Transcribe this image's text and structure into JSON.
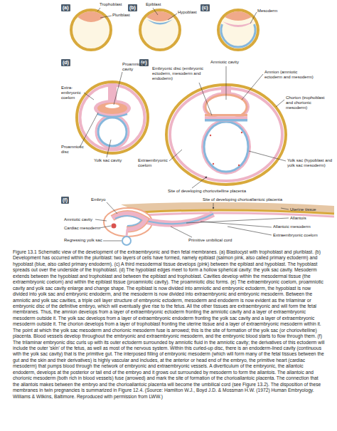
{
  "diagram": {
    "caption": "Figure 13.1 Schematic view of the development of the extraembryonic and then fetal membranes. (a) Blastocyst with trophoblast and pluriblast. (b) Development has occurred within the pluriblast: two layers of cells have formed, namely epiblast (salmon pink, also called primary ectoderm) and hypoblast (blue, also called primary endoderm). (c) A third mesodermal tissue develops (pink) between the epiblast and hypoblast. The hypoblast spreads out over the underside of the trophoblast. (d) The hypoblast edges meet to form a hollow spherical cavity: the yolk sac cavity. Mesoderm extends between the hypoblast and trophoblast and between the epiblast and trophoblast. Cavities develop within the mesodermal tissue (the extraembryonic coelom) and within the epiblast tissue (proamniotic cavity). The proamniotic disc forms. (e) The extraembryonic coelom, proamniotic cavity and yolk sac cavity enlarge and change shape. The epiblast is now divided into amniotic and embryonic ectoderm, the hypoblast is now divided into yolk sac and embryonic endoderm, and the mesoderm is now divided into extraembryonic and embryonic mesoderm. Between the amniotic and yolk sac cavities, a triple cell layer structure of embryonic ectoderm, mesoderm and endoderm is now evident as the trilaminar or embryonic disc of the definitive embryo, which will eventually give rise to the fetus. All the other tissues are extraembryonic and will form the fetal membranes. Thus, the amnion develops from a layer of extraembryonic ectoderm fronting the amniotic cavity and a layer of extraembryonic mesoderm outside it. The yolk sac develops from a layer of extraembryonic endoderm fronting the yolk sac cavity and a layer of extraembryonic mesoderm outside it. The chorion develops from a layer of trophoblast fronting the uterine tissue and a layer of extraembryonic mesoderm within it. The point at which the yolk sac mesoderm and chorionic mesoderm fuse is arrowed; this is the site of formation of the yolk sac (or choriovitelline) placenta. Blood vessels develop throughout the embryonic and extraembryonic mesoderm, and the embryonic blood starts to flow through them. (f) The trilaminar embryonic disc curls up with its outer ectoderm surrounded by amniotic fluid in the amniotic cavity; the derivatives of this ectoderm will include the outer 'skin' of the fetus, as well as most of the nervous system. Within this curled-up disc, there is an endoderm-lined cavity (continuous with the yolk sac cavity) that is the primitive gut. The interposed filling of embryonic mesoderm (which will form many of the fetal tissues between the gut and the skin and their derivatives) is highly vascular and includes, at the anterior or head end of the embryo, the primitive heart (cardiac mesoderm) that pumps blood through the network of embryonic and extraembryonic vessels. A diverticulum of the embryonic, the allantoic endoderm, develops at the posterior or tail end of the embryo and it grows out surrounded by mesoderm to form the allantois. The allantoic and chorionic mesoderm (both rich in blood vessels) fuse (arrowed) and mark the site of formation of the chorioallantoic placenta. The connection that the allantois makes between the embryo and the chorioallantoic placenta will become the umbilical cord (see Figure 13.2). The disposition of these membranes in twin pregnancies is summarized in Figure 12.4. (Source: Hamilton W.J., Boyd J.D. & Mossman H.W. (1972) Human Embryology. Williams & Wilkins, Baltimore. Reproduced with permission from LWW.)",
    "nodes": [
      {
        "text": [
          "(a)"
        ]
      },
      {
        "text": [
          "(b)"
        ]
      },
      {
        "text": [
          "(c)"
        ]
      },
      {
        "text": [
          "(d)"
        ]
      },
      {
        "text": [
          "(e)"
        ]
      },
      {
        "text": [
          "(f)"
        ]
      }
    ],
    "labels": [
      "Trophoblast",
      "Pluriblast",
      "Epiblast",
      "Hypoblast",
      "Mesoderm",
      "Proamniotic cavity",
      "Extra-embryonic coelom",
      "Proamniotic disc",
      "Yolk sac cavity",
      "Amniotic cavity",
      "Embryonic disc (embryonic ectoderm, mesoderm and endoderm)",
      "Amnion (amniotic ectoderm and mesoderm)",
      "Chorion (trophoblast and chorionic mesoderm)",
      "Extraembryonic coelom",
      "Yolk sac (hypoblast and yolk sac mesoderm)",
      "Site of developing choriovitelline placenta",
      "Embryo",
      "Site of developing chorioallantoic placenta",
      "Uterine tissue",
      "Allantois",
      "Amniotic cavity",
      "Allantoic mesoderm",
      "Cardiac mesoderm",
      "Extraembryonic coelom",
      "Regressing yolk sac",
      "Primitive umbilical cord"
    ]
  }
}
